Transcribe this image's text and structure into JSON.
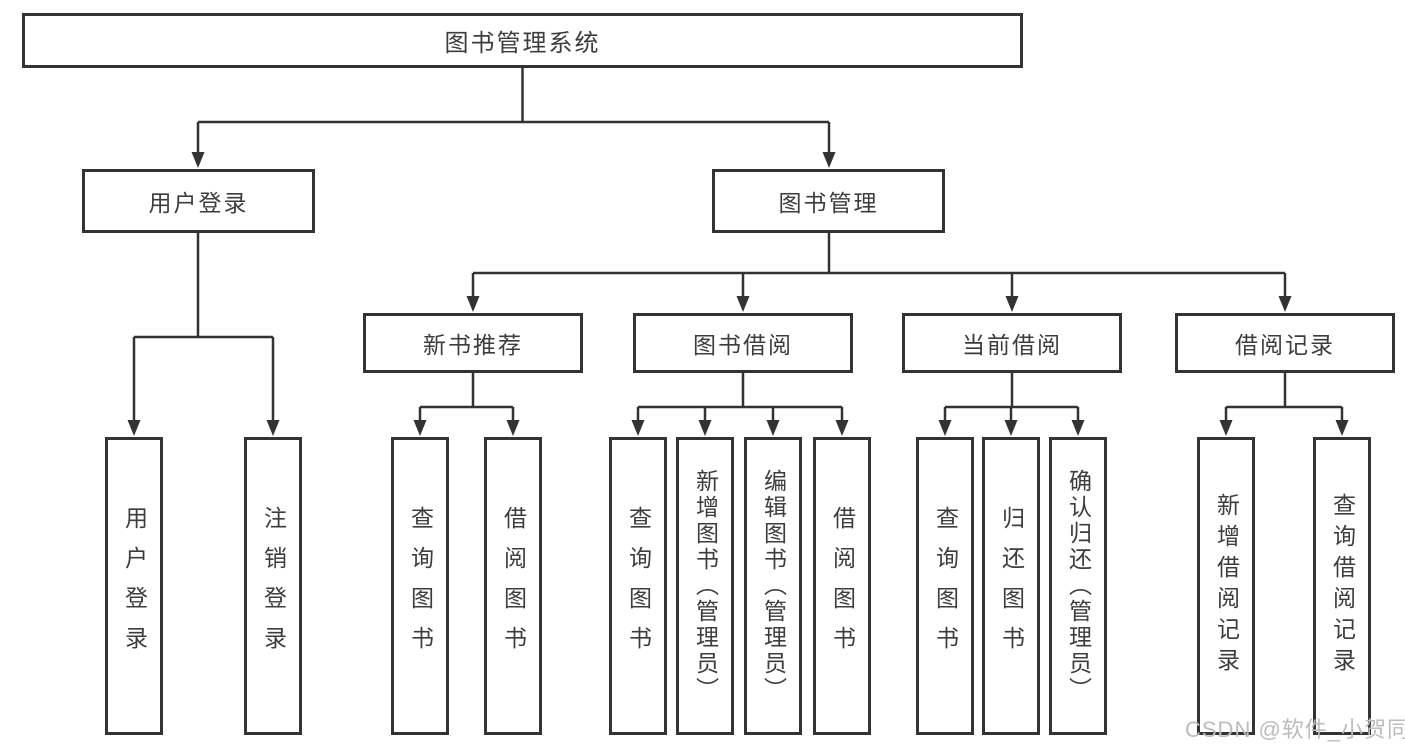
{
  "diagram": {
    "root": {
      "label": "图书管理系统"
    },
    "branches": [
      {
        "label": "用户登录",
        "children": [
          {
            "label": "用户登录"
          },
          {
            "label": "注销登录"
          }
        ]
      },
      {
        "label": "图书管理",
        "children": [
          {
            "label": "新书推荐",
            "children": [
              {
                "label": "查询图书"
              },
              {
                "label": "借阅图书"
              }
            ]
          },
          {
            "label": "图书借阅",
            "children": [
              {
                "label": "查询图书"
              },
              {
                "label": "新增图书（管理员）"
              },
              {
                "label": "编辑图书（管理员）"
              },
              {
                "label": "借阅图书"
              }
            ]
          },
          {
            "label": "当前借阅",
            "children": [
              {
                "label": "查询图书"
              },
              {
                "label": "归还图书"
              },
              {
                "label": "确认归还（管理员）"
              }
            ]
          },
          {
            "label": "借阅记录",
            "children": [
              {
                "label": "新增借阅记录"
              },
              {
                "label": "查询借阅记录"
              }
            ]
          }
        ]
      }
    ],
    "watermark": "CSDN @软件_小贺同学",
    "colors": {
      "line": "#333333",
      "text": "#3d3d3d",
      "watermark": "#bcbcbc"
    }
  }
}
